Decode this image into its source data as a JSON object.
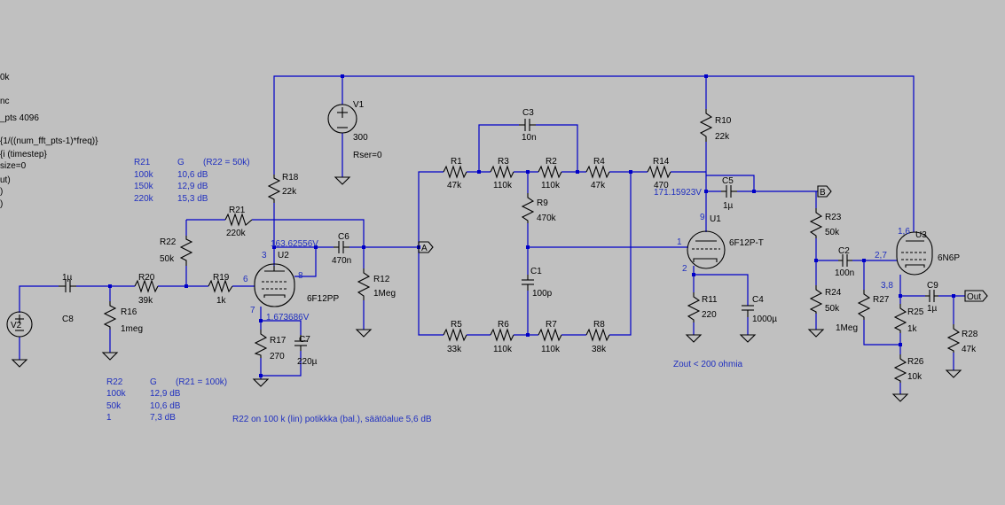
{
  "left_directives": [
    "0k",
    "nc",
    "_pts 4096",
    "{1/((num_fft_pts-1)*freq)}",
    "{i (timestep}",
    "size=0",
    "ut)",
    ")",
    ")"
  ],
  "components": {
    "V1": {
      "name": "V1",
      "value": "300",
      "extra": "Rser=0"
    },
    "V2": {
      "name": "V2"
    },
    "R1": {
      "name": "R1",
      "value": "47k"
    },
    "R3": {
      "name": "R3",
      "value": "110k"
    },
    "R2": {
      "name": "R2",
      "value": "110k"
    },
    "R4": {
      "name": "R4",
      "value": "47k"
    },
    "R5": {
      "name": "R5",
      "value": "33k"
    },
    "R6": {
      "name": "R6",
      "value": "110k"
    },
    "R7": {
      "name": "R7",
      "value": "110k"
    },
    "R8": {
      "name": "R8",
      "value": "38k"
    },
    "R9": {
      "name": "R9",
      "value": "470k"
    },
    "R10": {
      "name": "R10",
      "value": "22k"
    },
    "R11": {
      "name": "R11",
      "value": "220"
    },
    "R12": {
      "name": "R12",
      "value": "1Meg"
    },
    "R14": {
      "name": "R14",
      "value": "470"
    },
    "R16": {
      "name": "R16",
      "value": "1meg"
    },
    "R17": {
      "name": "R17",
      "value": "270"
    },
    "R18": {
      "name": "R18",
      "value": "22k"
    },
    "R19": {
      "name": "R19",
      "value": "1k"
    },
    "R20": {
      "name": "R20",
      "value": "39k"
    },
    "R21": {
      "name": "R21",
      "value": "220k"
    },
    "R22": {
      "name": "R22",
      "value": "50k"
    },
    "R23": {
      "name": "R23",
      "value": "50k"
    },
    "R24": {
      "name": "R24",
      "value": "50k"
    },
    "R25": {
      "name": "R25",
      "value": "1k"
    },
    "R26": {
      "name": "R26",
      "value": "10k"
    },
    "R27": {
      "name": "R27",
      "value": "1Meg"
    },
    "R28": {
      "name": "R28",
      "value": "47k"
    },
    "C1": {
      "name": "C1",
      "value": "100p"
    },
    "C2": {
      "name": "C2",
      "value": "100n"
    },
    "C3": {
      "name": "C3",
      "value": "10n"
    },
    "C4": {
      "name": "C4",
      "value": "1000µ"
    },
    "C5": {
      "name": "C5",
      "value": "1µ"
    },
    "C6": {
      "name": "C6",
      "value": "470n"
    },
    "C7": {
      "name": "C7",
      "value": "220µ"
    },
    "C8": {
      "name": "C8",
      "value": "1µ"
    },
    "C9": {
      "name": "C9",
      "value": "1µ"
    },
    "U1": {
      "name": "U1",
      "value": "6F12P-T",
      "pins": [
        "9",
        "1",
        "2"
      ]
    },
    "U2": {
      "name": "U2",
      "value": "6F12PP",
      "pins": [
        "3",
        "6",
        "8",
        "7"
      ]
    },
    "U3": {
      "name": "U3",
      "value": "6N6P",
      "pins": [
        "1,6",
        "2,7",
        "3,8"
      ]
    }
  },
  "voltages": {
    "u2_plate": "163.62556V",
    "u2_cathode": "1.673686V",
    "u1_plate": "171.15923V"
  },
  "net_labels": {
    "a": "A",
    "b": "B",
    "out": "Out"
  },
  "table_r21": {
    "header": [
      "R21",
      "G",
      "(R22 = 50k)"
    ],
    "rows": [
      [
        "100k",
        "10,6 dB"
      ],
      [
        "150k",
        "12,9 dB"
      ],
      [
        "220k",
        "15,3 dB"
      ]
    ]
  },
  "table_r22": {
    "header": [
      "R22",
      "G",
      "(R21 = 100k)"
    ],
    "rows": [
      [
        "100k",
        "12,9 dB"
      ],
      [
        "50k",
        "10,6 dB"
      ],
      [
        "1",
        "7,3 dB"
      ]
    ]
  },
  "notes": {
    "pot": "R22 on 100 k (lin) potikkka (bal.), säätöalue 5,6 dB",
    "zout": "Zout < 200 ohmia"
  }
}
